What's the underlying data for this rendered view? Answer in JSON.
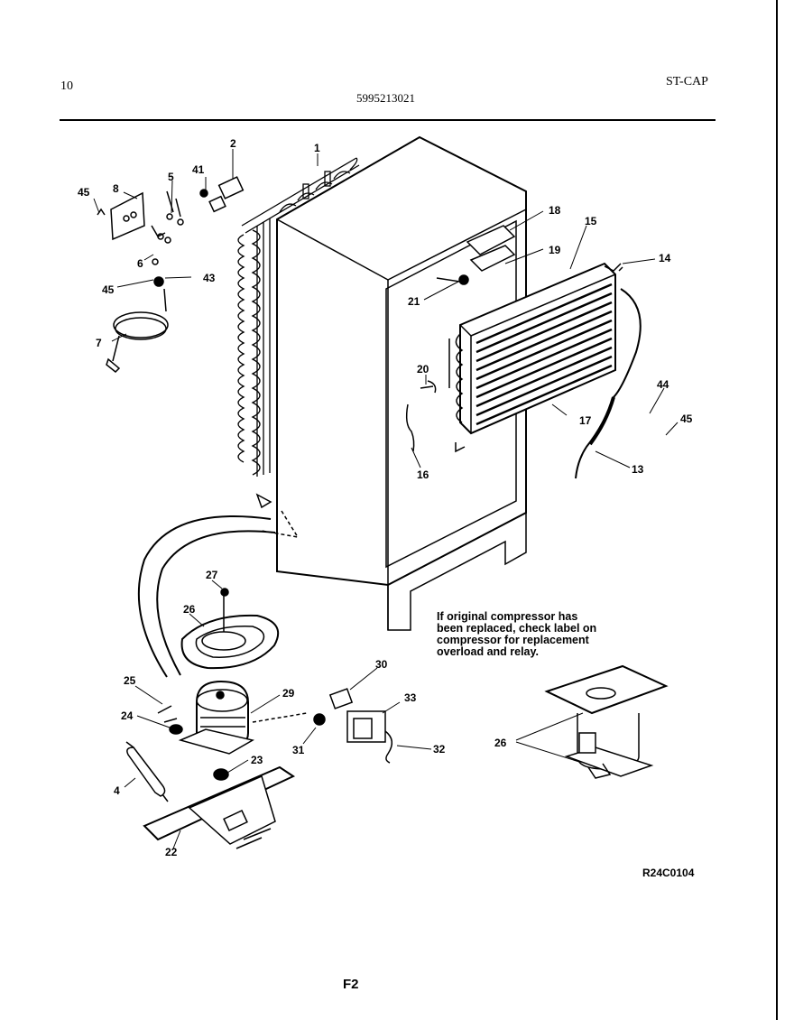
{
  "header": {
    "page_number": "10",
    "model_number": "5995213021",
    "section_code": "ST-CAP"
  },
  "callouts": {
    "c1": "1",
    "c2": "2",
    "c4": "4",
    "c5": "5",
    "c6": "6",
    "c7": "7",
    "c8": "8",
    "c13": "13",
    "c14": "14",
    "c15": "15",
    "c16": "16",
    "c17": "17",
    "c18": "18",
    "c19": "19",
    "c20": "20",
    "c21": "21",
    "c22": "22",
    "c23": "23",
    "c24": "24",
    "c25": "25",
    "c26a": "26",
    "c26b": "26",
    "c27": "27",
    "c29": "29",
    "c30": "30",
    "c31": "31",
    "c32": "32",
    "c33": "33",
    "c41": "41",
    "c43": "43",
    "c44": "44",
    "c45a": "45",
    "c45b": "45",
    "c45c": "45"
  },
  "note": "If original compressor has\nbeen replaced, check label on\ncompressor for replacement\noverload and relay.",
  "footer": {
    "reference_code": "R24C0104",
    "figure_label": "F2"
  }
}
